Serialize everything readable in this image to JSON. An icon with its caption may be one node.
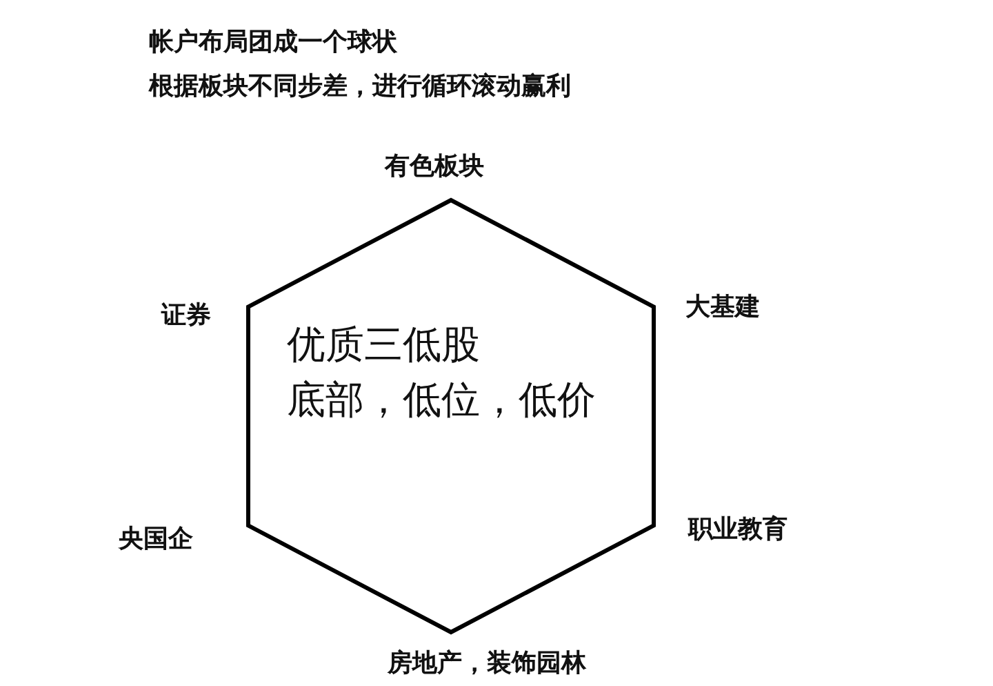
{
  "diagram": {
    "nodes": [
      {
        "text": [
          "优质三低股",
          "底部，低位，低价"
        ]
      }
    ],
    "labels": [
      "帐户布局团成一个球状",
      "根据板块不同步差，进行循环滚动赢利",
      "有色板块",
      "证券",
      "大基建",
      "央国企",
      "职业教育",
      "房地产，装饰园林"
    ]
  }
}
